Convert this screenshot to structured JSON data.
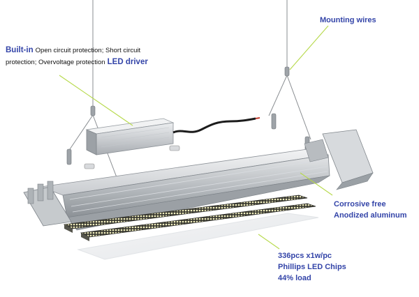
{
  "callouts": {
    "mounting_wires": "Mounting wires",
    "driver_line1_bold": "Built-in",
    "driver_line1_text": "Open circuit protection; Short circuit",
    "driver_line2_text": "protection; Overvoltage protection",
    "driver_line2_bold": "LED driver",
    "anodized_line1": "Corrosive free",
    "anodized_line2": "Anodized aluminum",
    "chips_line1": "336pcs x1w/pc",
    "chips_line2": "Phillips LED Chips",
    "chips_line3": "44% load"
  },
  "colors": {
    "label_text": "#3344a8",
    "leader_line": "#b6d94a",
    "led_dot": "#f4f1c0",
    "board": "#3a3a32",
    "aluminum": "#b5b9bd"
  },
  "icons": [
    "mounting-wire-clip-icon",
    "led-driver-box-icon",
    "lamp-housing-icon",
    "led-board-icon",
    "diffuser-panel-icon"
  ]
}
